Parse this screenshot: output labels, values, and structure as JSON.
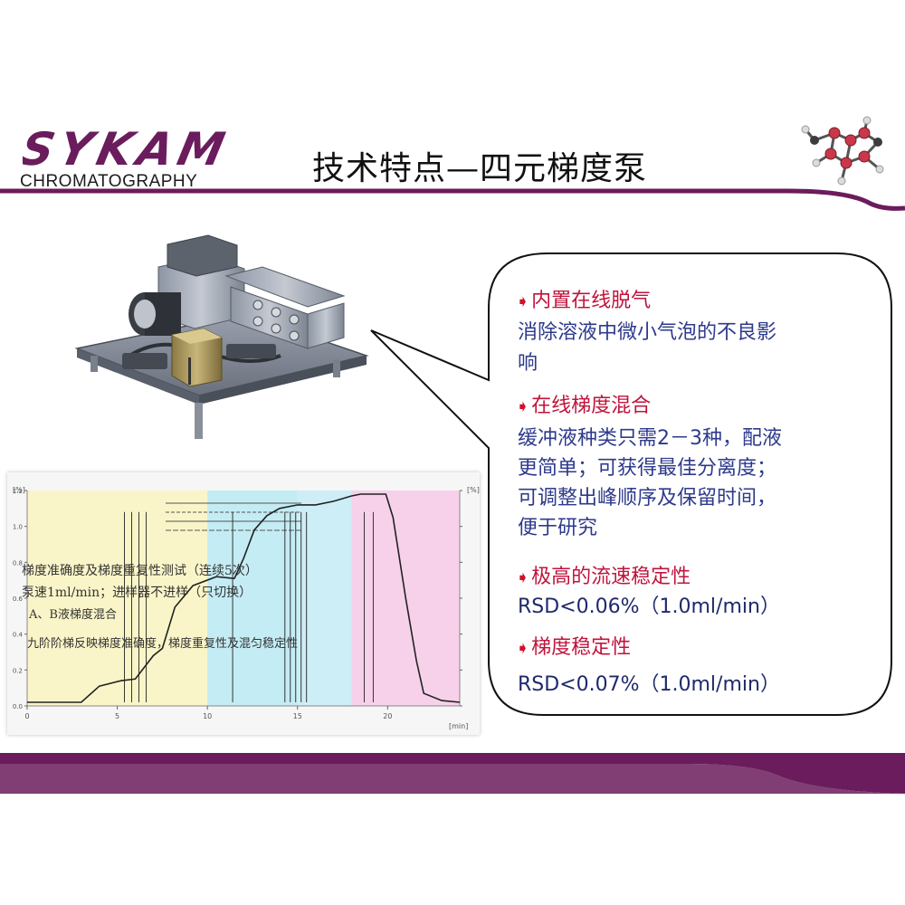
{
  "header": {
    "logo_text": "SYKAM",
    "logo_subtitle": "CHROMATOGRAPHY",
    "title": "技术特点—四元梯度泵"
  },
  "colors": {
    "brand_purple": "#6a1c5c",
    "feature_title_red": "#c0143c",
    "feature_body_blue": "#2e3a8c"
  },
  "features": [
    {
      "title": "内置在线脱气",
      "body": [
        "消除溶液中微小气泡的不良影",
        "响"
      ]
    },
    {
      "title": "在线梯度混合",
      "body": [
        "缓冲液种类只需2－3种，配液",
        "更简单；可获得最佳分离度；",
        "可调整出峰顺序及保留时间，",
        "便于研究"
      ]
    },
    {
      "title": "极高的流速稳定性",
      "body": [
        "RSD<0.06%（1.0ml/min）"
      ]
    },
    {
      "title": "梯度稳定性",
      "body": [
        "RSD<0.07%（1.0ml/min）"
      ]
    }
  ],
  "chromatogram": {
    "notes": [
      "梯度准确度及梯度重复性测试（连续5次）",
      "泵速1ml/min；进样器不进样（只切换）",
      "A、B液梯度混合",
      "九阶阶梯反映梯度准确度，梯度重复性及混匀稳定性"
    ],
    "axis_units": {
      "y": "[%]",
      "x": "[min]",
      "y_right": "[%]"
    },
    "chart_data": {
      "type": "line",
      "x_ticks": [
        "0",
        "5",
        "10",
        "15",
        "20"
      ],
      "y_ticks": [
        "0.0",
        "0.2",
        "0.4",
        "0.6",
        "0.8",
        "1.0",
        "1.2"
      ],
      "xlim": [
        0,
        24
      ],
      "ylim": [
        0,
        1.2
      ],
      "background_bands": [
        {
          "x0": 0,
          "x1": 10,
          "color": "#faf5c8"
        },
        {
          "x0": 10,
          "x1": 15,
          "color": "#c4ecf4"
        },
        {
          "x0": 15,
          "x1": 18,
          "color": "#cdeef6"
        },
        {
          "x0": 18,
          "x1": 24,
          "color": "#f7d1ea"
        }
      ],
      "series": [
        {
          "color": "#222222",
          "x": [
            0,
            3,
            4,
            5.2,
            6,
            7,
            7.5,
            8.2,
            9.2,
            10.5,
            11.5,
            12,
            12.6,
            13.3,
            14,
            15,
            16,
            17,
            18,
            18.5,
            19.3,
            19.9,
            20.3,
            21,
            21.6,
            22,
            23,
            24
          ],
          "y": [
            0.02,
            0.02,
            0.11,
            0.14,
            0.15,
            0.28,
            0.32,
            0.55,
            0.67,
            0.72,
            0.71,
            0.82,
            0.98,
            1.06,
            1.1,
            1.12,
            1.12,
            1.14,
            1.17,
            1.18,
            1.18,
            1.18,
            1.05,
            0.6,
            0.25,
            0.07,
            0.03,
            0.02
          ]
        }
      ],
      "markers_x": [
        5.4,
        5.8,
        6.2,
        6.6,
        11.4,
        14.3,
        14.6,
        14.9,
        15.2,
        15.5,
        18.7,
        19.2
      ]
    }
  }
}
